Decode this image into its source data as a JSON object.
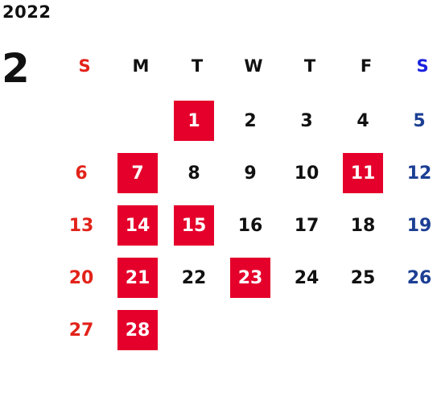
{
  "year": "2022",
  "month": "2",
  "weekdays": [
    "S",
    "M",
    "T",
    "W",
    "T",
    "F",
    "S"
  ],
  "colors": {
    "sunday": "#e2231a",
    "saturday": "#1c3f94",
    "weekday": "#111111",
    "highlight_bg": "#e4002b",
    "highlight_text": "#ffffff"
  },
  "first_weekday_index": 2,
  "days_in_month": 28,
  "highlighted_days": [
    1,
    7,
    11,
    14,
    15,
    21,
    23,
    28
  ]
}
